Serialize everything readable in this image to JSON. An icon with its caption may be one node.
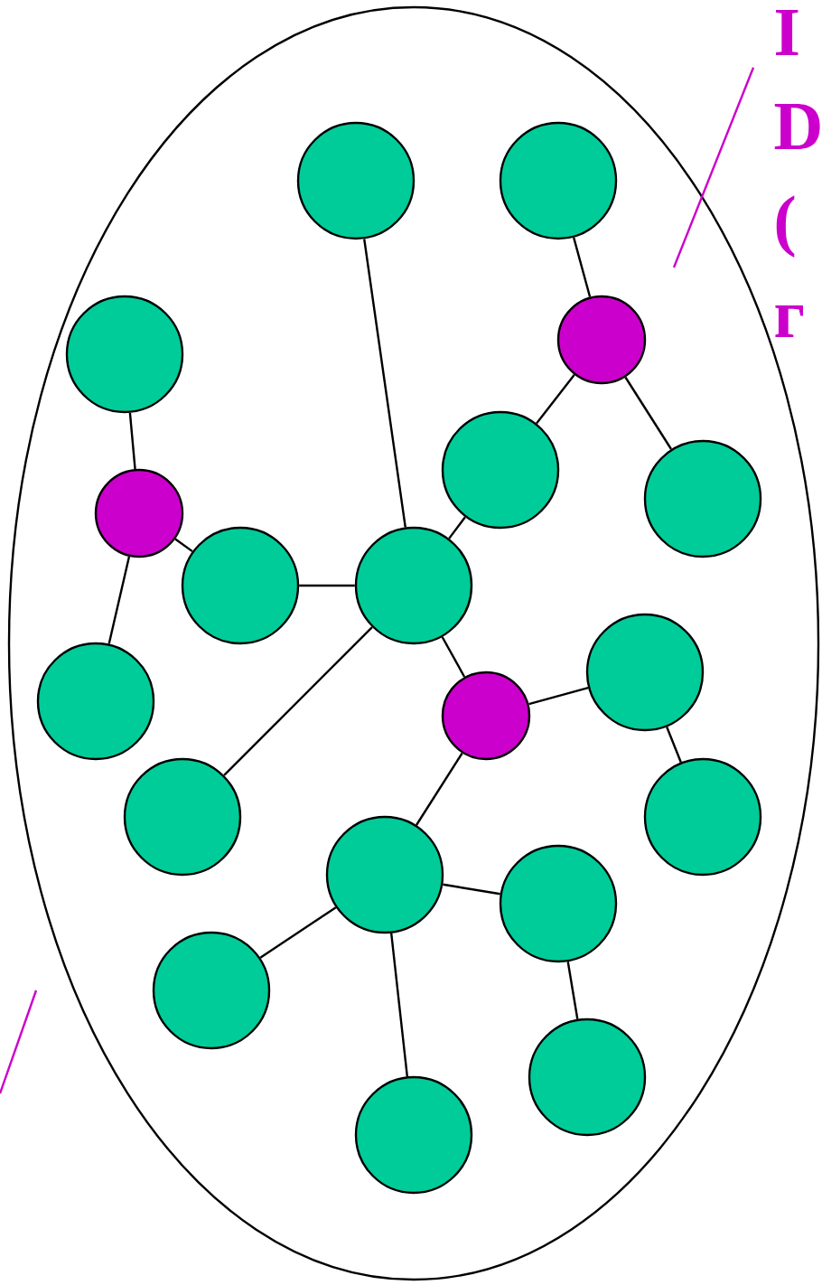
{
  "diagram": {
    "nodes": [
      {
        "text": [],
        "shape": "ellipse"
      },
      {
        "text": [],
        "shape": "circle",
        "in": 0
      },
      {
        "text": [],
        "shape": "circle",
        "in": 0
      },
      {
        "text": [],
        "shape": "circle",
        "in": 0
      },
      {
        "text": [],
        "shape": "circle",
        "in": 0
      },
      {
        "text": [],
        "shape": "circle",
        "in": 0
      },
      {
        "text": [],
        "shape": "circle",
        "in": 0
      },
      {
        "text": [],
        "shape": "circle",
        "in": 0
      },
      {
        "text": [],
        "shape": "circle",
        "in": 0
      },
      {
        "text": [],
        "shape": "circle",
        "in": 0
      },
      {
        "text": [],
        "shape": "circle",
        "in": 0
      },
      {
        "text": [],
        "shape": "circle",
        "in": 0
      },
      {
        "text": [],
        "shape": "circle",
        "in": 0
      },
      {
        "text": [],
        "shape": "circle",
        "in": 0
      },
      {
        "text": [],
        "shape": "circle",
        "in": 0
      },
      {
        "text": [],
        "shape": "circle",
        "in": 0
      },
      {
        "text": [],
        "shape": "circle",
        "in": 0
      },
      {
        "text": [],
        "shape": "circle",
        "in": 0
      },
      {
        "text": [],
        "shape": "circle",
        "in": 0
      },
      {
        "text": [],
        "shape": "circle",
        "in": 0
      },
      {
        "text": [
          "I D ( г"
        ]
      }
    ],
    "edges": [
      {
        "from": 1,
        "to": 9,
        "arrow": "none"
      },
      {
        "from": 2,
        "to": 3,
        "arrow": "none"
      },
      {
        "from": 3,
        "to": 5,
        "arrow": "none"
      },
      {
        "from": 3,
        "to": 6,
        "arrow": "none"
      },
      {
        "from": 4,
        "to": 7,
        "arrow": "none"
      },
      {
        "from": 7,
        "to": 8,
        "arrow": "none"
      },
      {
        "from": 7,
        "to": 10,
        "arrow": "none"
      },
      {
        "from": 8,
        "to": 9,
        "arrow": "none"
      },
      {
        "from": 9,
        "to": 5,
        "arrow": "none"
      },
      {
        "from": 9,
        "to": 13,
        "arrow": "none"
      },
      {
        "from": 9,
        "to": 12,
        "arrow": "none"
      },
      {
        "from": 12,
        "to": 11,
        "arrow": "none"
      },
      {
        "from": 12,
        "to": 15,
        "arrow": "none"
      },
      {
        "from": 11,
        "to": 14,
        "arrow": "none"
      },
      {
        "from": 15,
        "to": 17,
        "arrow": "none"
      },
      {
        "from": 15,
        "to": 16,
        "arrow": "none"
      },
      {
        "from": 15,
        "to": 19,
        "arrow": "none"
      },
      {
        "from": 16,
        "to": 18,
        "arrow": "none"
      },
      {
        "from": 20,
        "to": 0,
        "arrow": "none",
        "color": "#cc00cc"
      }
    ]
  }
}
